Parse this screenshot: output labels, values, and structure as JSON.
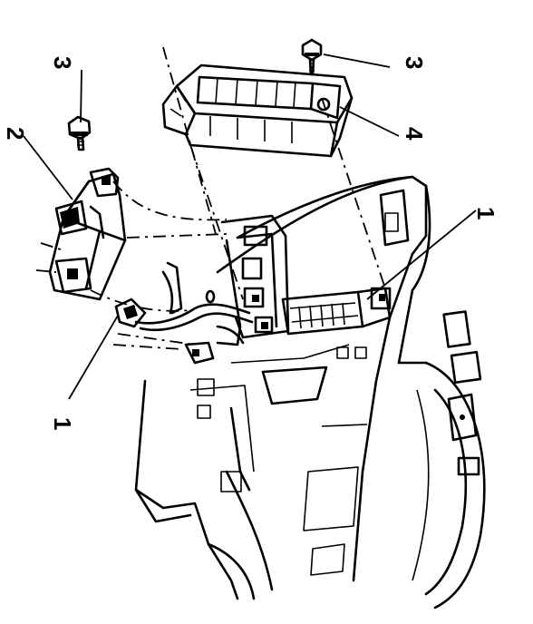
{
  "figure": {
    "callouts": [
      {
        "id": "c1_bottom",
        "label": "1"
      },
      {
        "id": "c1_right",
        "label": "1"
      },
      {
        "id": "c2",
        "label": "2"
      },
      {
        "id": "c3_left",
        "label": "3"
      },
      {
        "id": "c3_right",
        "label": "3"
      },
      {
        "id": "c4",
        "label": "4"
      }
    ]
  }
}
